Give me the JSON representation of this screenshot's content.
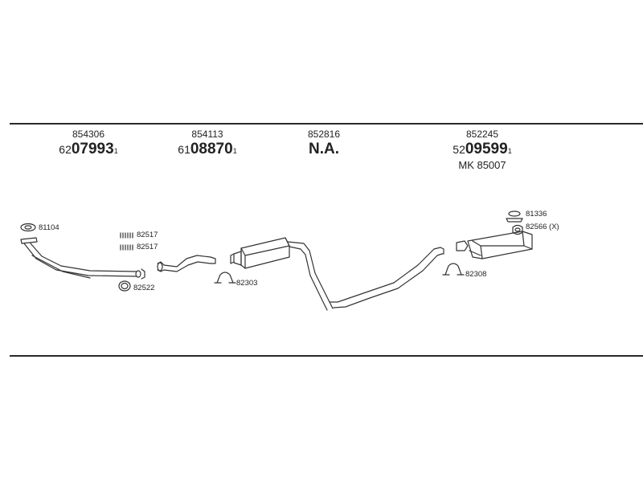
{
  "parts": [
    {
      "part_no": "854306",
      "ref_prefix": "62",
      "ref_main": "07993",
      "ref_sup": "1"
    },
    {
      "part_no": "854113",
      "ref_prefix": "61",
      "ref_main": "08870",
      "ref_sup": "1"
    },
    {
      "part_no": "852816",
      "ref_prefix": "",
      "ref_main": "N.A.",
      "ref_sup": ""
    },
    {
      "part_no": "852245",
      "ref_prefix": "52",
      "ref_main": "09599",
      "ref_sup": "1",
      "extra": "MK  85007"
    }
  ],
  "labels": {
    "gasket_front": "81104",
    "bolts_a": "82517",
    "bolts_b": "82517",
    "ring_front": "82522",
    "clamp_mid": "82303",
    "clamp_rear": "82308",
    "rubber_mount": "81336",
    "tail_part": "82566 (X)"
  },
  "colors": {
    "line": "#333333",
    "rule": "#2a2a2a",
    "background": "#ffffff"
  }
}
